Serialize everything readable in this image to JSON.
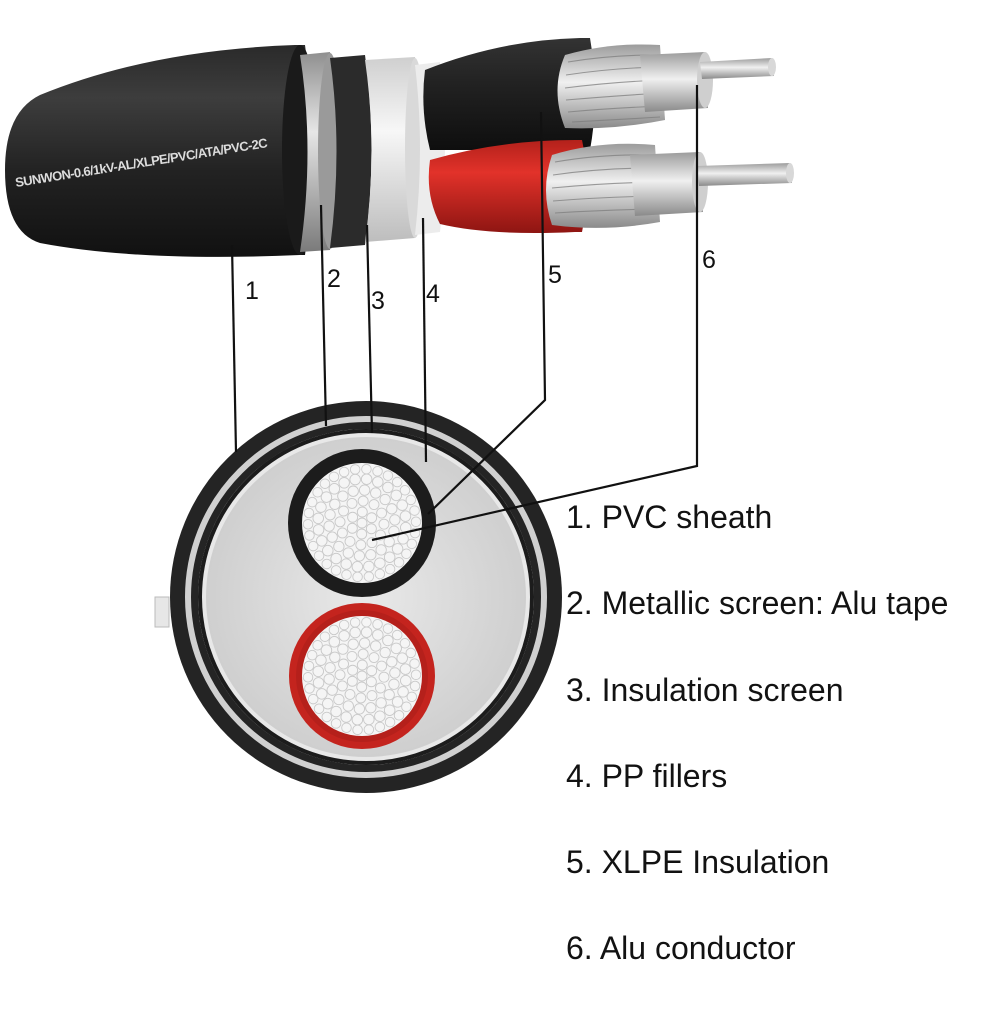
{
  "cable_print": "SUNWON-0.6/1kV-AL/XLPE/PVC/ATA/PVC-2C",
  "callout_numbers": [
    "1",
    "2",
    "3",
    "4",
    "5",
    "6"
  ],
  "legend": [
    "1. PVC sheath",
    "2. Metallic screen: Alu tape",
    "3. Insulation screen",
    "4. PP fillers",
    "5. XLPE Insulation",
    "6. Alu conductor"
  ],
  "colors": {
    "sheath": "#262626",
    "metallic_screen": "#b5b5b5",
    "insulation_screen": "#e4e4e4",
    "filler": "#d6d6d6",
    "core_black": "#1e1e1e",
    "core_red": "#c8241f",
    "conductor": "#f3f3f3"
  }
}
